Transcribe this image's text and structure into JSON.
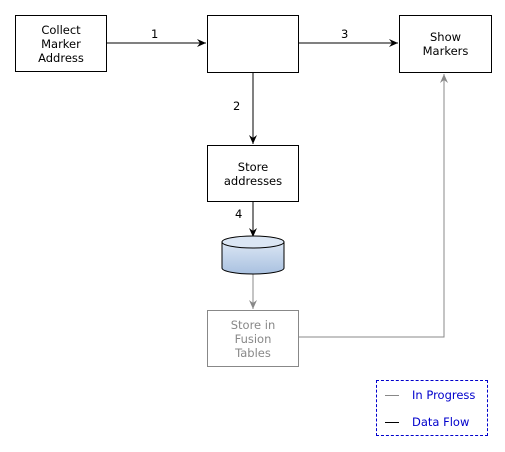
{
  "nodes": {
    "collect": "Collect\nMarker\nAddress",
    "process": "",
    "show": "Show\nMarkers",
    "store": "Store\naddresses",
    "fusion": "Store in\nFusion\nTables"
  },
  "edges": {
    "e1": "1",
    "e2": "2",
    "e3": "3",
    "e4": "4"
  },
  "legend": {
    "in_progress": "In Progress",
    "data_flow": "Data Flow",
    "in_progress_color": "#888888",
    "data_flow_color": "#000000",
    "border_color": "#0000cc"
  }
}
